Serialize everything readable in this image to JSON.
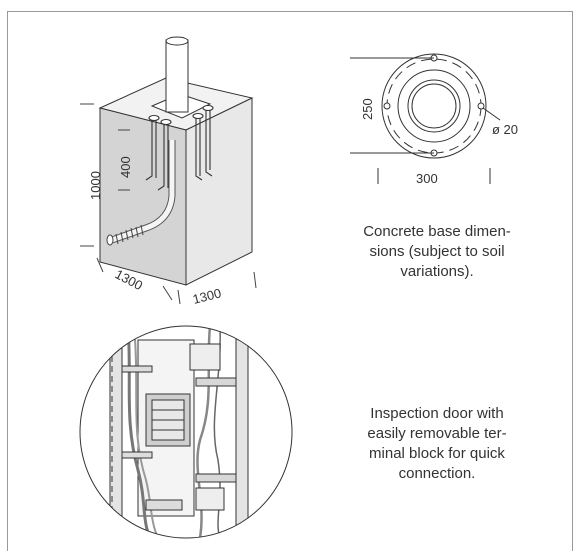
{
  "base_figure": {
    "dim_height": "1000",
    "dim_bolt": "400",
    "dim_depth": "1300",
    "dim_width": "1300"
  },
  "plan_figure": {
    "dim_vertical": "250",
    "dim_horizontal": "300",
    "dim_hole": "ø 20"
  },
  "captions": {
    "concrete_lines": [
      "Concrete base dimen-",
      "sions (subject to soil",
      "variations)."
    ],
    "inspection_lines": [
      "Inspection door with",
      "easily removable ter-",
      "minal block for quick",
      "connection."
    ]
  }
}
